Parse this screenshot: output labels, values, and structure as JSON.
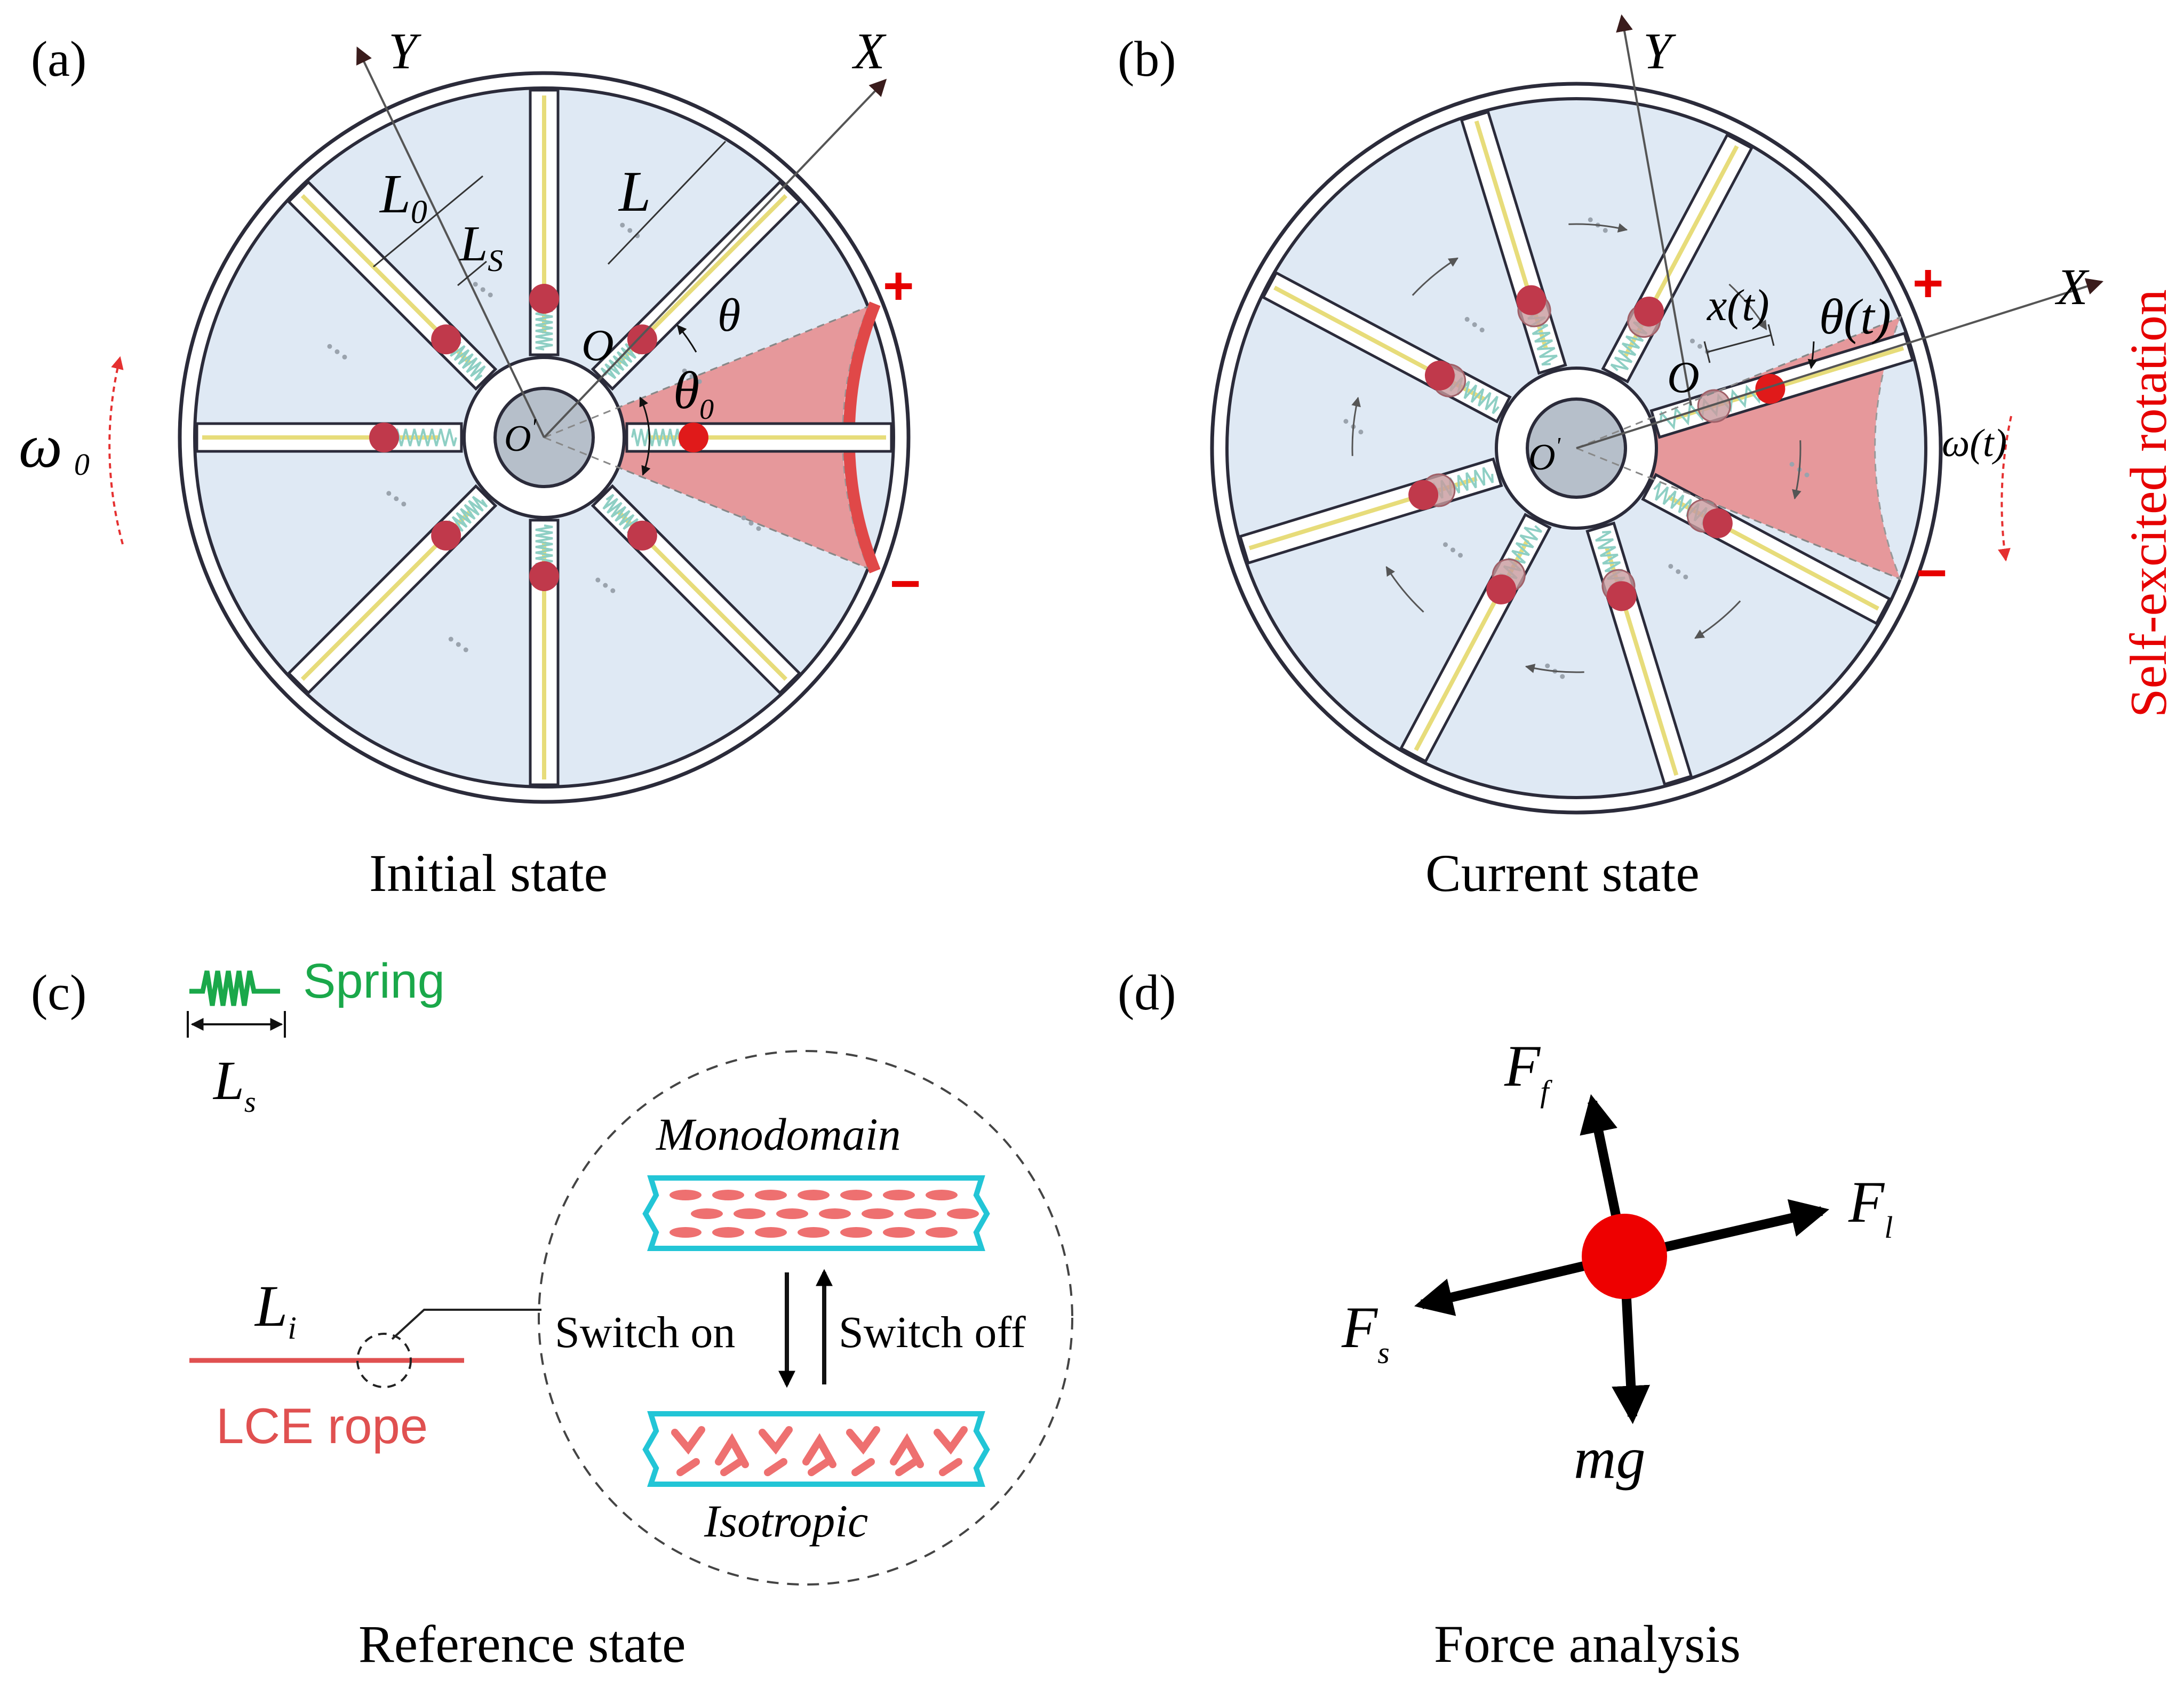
{
  "panels": {
    "a": {
      "tag": "(a)",
      "caption": "Initial state",
      "axis_x": "X",
      "axis_y": "Y",
      "L": "L",
      "L0_base": "L",
      "L0_sub": "0",
      "Ls_base": "L",
      "Ls_sub": "S",
      "O": "O",
      "O_prime": "O",
      "prime": "'",
      "theta": "θ",
      "theta0_base": "θ",
      "theta0_sub": "0",
      "omega0_base": "ω",
      "omega0_sub": "0",
      "plus": "+",
      "minus": "−",
      "dots": "..."
    },
    "b": {
      "tag": "(b)",
      "caption": "Current state",
      "axis_x": "X",
      "axis_y": "Y",
      "xt": "x(t)",
      "thetat": "θ(t)",
      "omegat": "ω(t)",
      "O": "O",
      "O_prime": "O",
      "prime": "'",
      "plus": "+",
      "minus": "−",
      "side_label": "Self-excited rotation"
    },
    "c": {
      "tag": "(c)",
      "caption": "Reference state",
      "spring_label": "Spring",
      "Ls_base": "L",
      "Ls_sub": "s",
      "Li_base": "L",
      "Li_sub": "i",
      "rope_label": "LCE rope",
      "monodomain": "Monodomain",
      "isotropic": "Isotropic",
      "switch_on": "Switch on",
      "switch_off": "Switch off"
    },
    "d": {
      "tag": "(d)",
      "caption": "Force analysis",
      "Ff_base": "F",
      "Ff_sub": "f",
      "Fl_base": "F",
      "Fl_sub": "l",
      "Fs_base": "F",
      "Fs_sub": "s",
      "mg": "mg"
    }
  },
  "colors": {
    "wheel_fill": "#dfe9f4",
    "outline": "#2b2b3a",
    "illuminated": "#e8898b",
    "ball": "#c0394b",
    "ball_bright": "#e01a1a",
    "spring": "#8ecfc4",
    "rope": "#e7dc7a",
    "hub": "#b6bfca",
    "accent_red": "#e60000",
    "spring_green": "#1aa84a",
    "lce_red": "#e05050",
    "cyan": "#22c5d6",
    "mesogen": "#ee7070"
  }
}
